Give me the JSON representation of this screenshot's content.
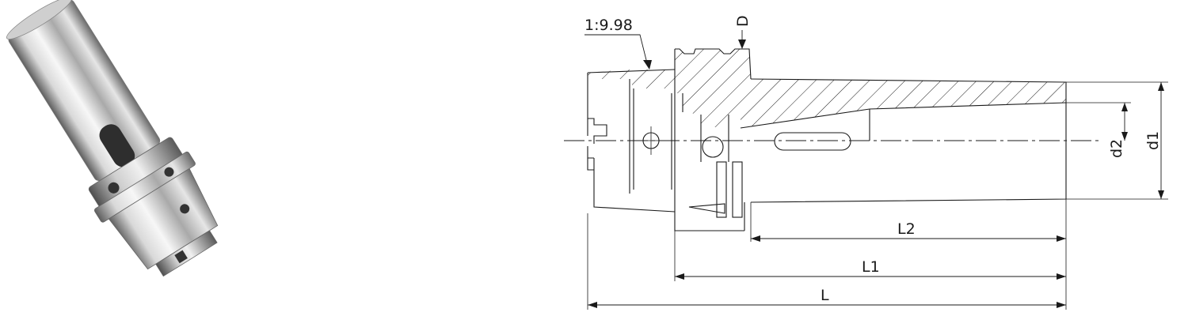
{
  "photo": {
    "subject": "tool holder photo"
  },
  "drawing": {
    "taper": "1:9.98",
    "D": "D",
    "d1": "d1",
    "d2": "d2",
    "L": "L",
    "L1": "L1",
    "L2": "L2"
  },
  "colors": {
    "ink": "#1a1a1a",
    "steel_dark": "#6e6e6e",
    "steel_light": "#f2f2f2"
  }
}
